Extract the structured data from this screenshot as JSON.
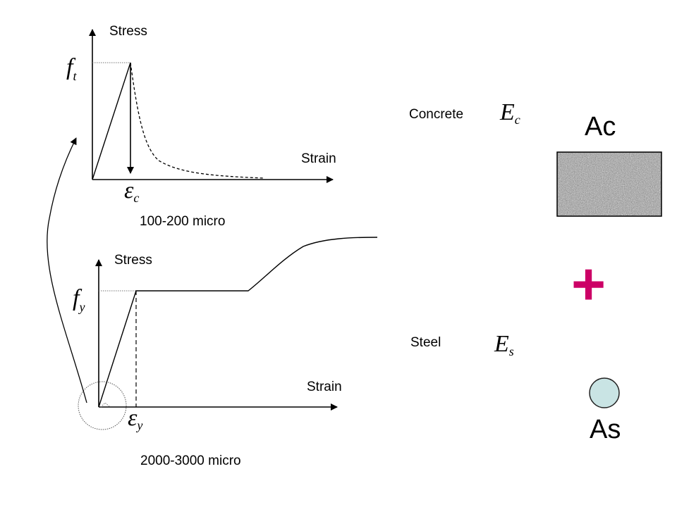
{
  "concrete_chart": {
    "y_axis_label": "Stress",
    "x_axis_label": "Strain",
    "peak_symbol": {
      "base": "f",
      "sub": "t"
    },
    "strain_symbol": {
      "base": "ε",
      "sub": "c"
    },
    "range_note": "100-200 micro"
  },
  "steel_chart": {
    "y_axis_label": "Stress",
    "x_axis_label": "Strain",
    "yield_symbol": {
      "base": "f",
      "sub": "y"
    },
    "strain_symbol": {
      "base": "ε",
      "sub": "y"
    },
    "range_note": "2000-3000 micro"
  },
  "concrete_material": {
    "label": "Concrete",
    "modulus": {
      "base": "E",
      "sub": "c"
    },
    "area": "Ac"
  },
  "steel_material": {
    "label": "Steel",
    "modulus": {
      "base": "E",
      "sub": "s"
    },
    "area": "As"
  },
  "combine_symbol": "+",
  "colors": {
    "plus": "#cc0066",
    "steel_bar_fill": "#c9e4e4",
    "concrete_texture": "#9a9a9a"
  }
}
